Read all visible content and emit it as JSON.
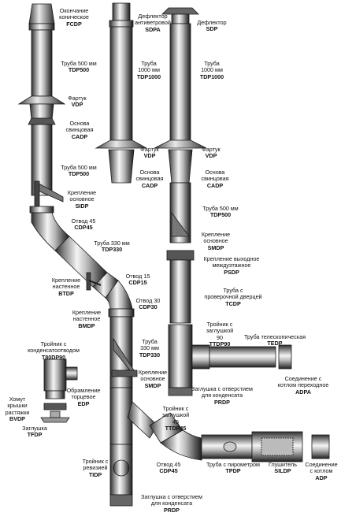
{
  "labels": [
    {
      "id": "fcdp",
      "text": "Окончание\nконическое",
      "code": "FCDP"
    },
    {
      "id": "sdpa",
      "text": "Дефлектор\nантиветровой",
      "code": "SDPA"
    },
    {
      "id": "sdp",
      "text": "Дефлектор",
      "code": "SDP"
    },
    {
      "id": "tdp500a",
      "text": "Труба 500 мм",
      "code": "TDP500"
    },
    {
      "id": "tdp1000a",
      "text": "Труба\n1000 мм",
      "code": "TDP1000"
    },
    {
      "id": "tdp1000b",
      "text": "Труба\n1000 мм",
      "code": "TDP1000"
    },
    {
      "id": "vdp1",
      "text": "Фартук",
      "code": "VDP"
    },
    {
      "id": "cadp1",
      "text": "Основа\nсвинцовая",
      "code": "CADP"
    },
    {
      "id": "vdp2",
      "text": "Фартук",
      "code": "VDP"
    },
    {
      "id": "vdp3",
      "text": "Фартук",
      "code": "VDP"
    },
    {
      "id": "tdp500b",
      "text": "Труба 500 мм",
      "code": "TDP500"
    },
    {
      "id": "cadp2",
      "text": "Основа\nсвинцовая",
      "code": "CADP"
    },
    {
      "id": "cadp3",
      "text": "Основа\nсвинцовая",
      "code": "CADP"
    },
    {
      "id": "sidp",
      "text": "Крепление\nосновное",
      "code": "SIDP"
    },
    {
      "id": "tdp500c",
      "text": "Труба 500 мм",
      "code": "TDP500"
    },
    {
      "id": "cdp45a",
      "text": "Отвод 45",
      "code": "CDP45"
    },
    {
      "id": "smdp1",
      "text": "Крепление\nосновное",
      "code": "SMDP"
    },
    {
      "id": "tdp330a",
      "text": "Труба 330 мм",
      "code": "TDP330"
    },
    {
      "id": "psdp",
      "text": "Крепление выходное\nмеждуэтажное",
      "code": "PSDP"
    },
    {
      "id": "btdp",
      "text": "Крепление\nнастенное",
      "code": "BTDP"
    },
    {
      "id": "cdp15",
      "text": "Отвод 15",
      "code": "CDP15"
    },
    {
      "id": "tcdp",
      "text": "Труба с\nпроверочной дверцей",
      "code": "TCDP"
    },
    {
      "id": "cdp30",
      "text": "Отвод 30",
      "code": "CDP30"
    },
    {
      "id": "bmdp",
      "text": "Крепление\nнастенное",
      "code": "BMDP"
    },
    {
      "id": "ttdp90",
      "text": "Тройник с\nзаглушкой\n90",
      "code": "TTDP90"
    },
    {
      "id": "tedp",
      "text": "Труба телескопическая",
      "code": "TEDP"
    },
    {
      "id": "t80dp90",
      "text": "Тройник с\nконденсатоотводом",
      "code": "T80DP90"
    },
    {
      "id": "tdp330b",
      "text": "Труба\n330 мм",
      "code": "TDP330"
    },
    {
      "id": "smdp2",
      "text": "Крепление\nосновное",
      "code": "SMDP"
    },
    {
      "id": "adpa",
      "text": "Соединение с\nкотлом переходное",
      "code": "ADPA"
    },
    {
      "id": "edp",
      "text": "Обрамление\nторцевое",
      "code": "EDP"
    },
    {
      "id": "prdp1",
      "text": "Заглушка с отверстием\nдля конденсата",
      "code": "PRDP"
    },
    {
      "id": "bvdp",
      "text": "Хомут\nкрышки\nрастяжки",
      "code": "BVDP"
    },
    {
      "id": "ttdp45",
      "text": "Тройник с\nзаглушкой\n45",
      "code": "TTDP45"
    },
    {
      "id": "tfdp",
      "text": "Заглушка",
      "code": "TFDP"
    },
    {
      "id": "tidp",
      "text": "Тройник с\nревизией",
      "code": "TIDP"
    },
    {
      "id": "cdp45b",
      "text": "Отвод 45",
      "code": "CDP45"
    },
    {
      "id": "tpdp",
      "text": "Труба с пирометром",
      "code": "TPDP"
    },
    {
      "id": "sildp",
      "text": "Глушитель",
      "code": "SILDP"
    },
    {
      "id": "adp",
      "text": "Соединение\nс котлом",
      "code": "ADP"
    },
    {
      "id": "prdp2",
      "text": "Заглушка с отверстием\nдля конденсата",
      "code": "PRDP"
    }
  ],
  "colors": {
    "pipe_dark": "#3a3a3a",
    "pipe_mid": "#9a9a9a",
    "pipe_light": "#f2f2f2",
    "outline": "#1a1a1a"
  }
}
